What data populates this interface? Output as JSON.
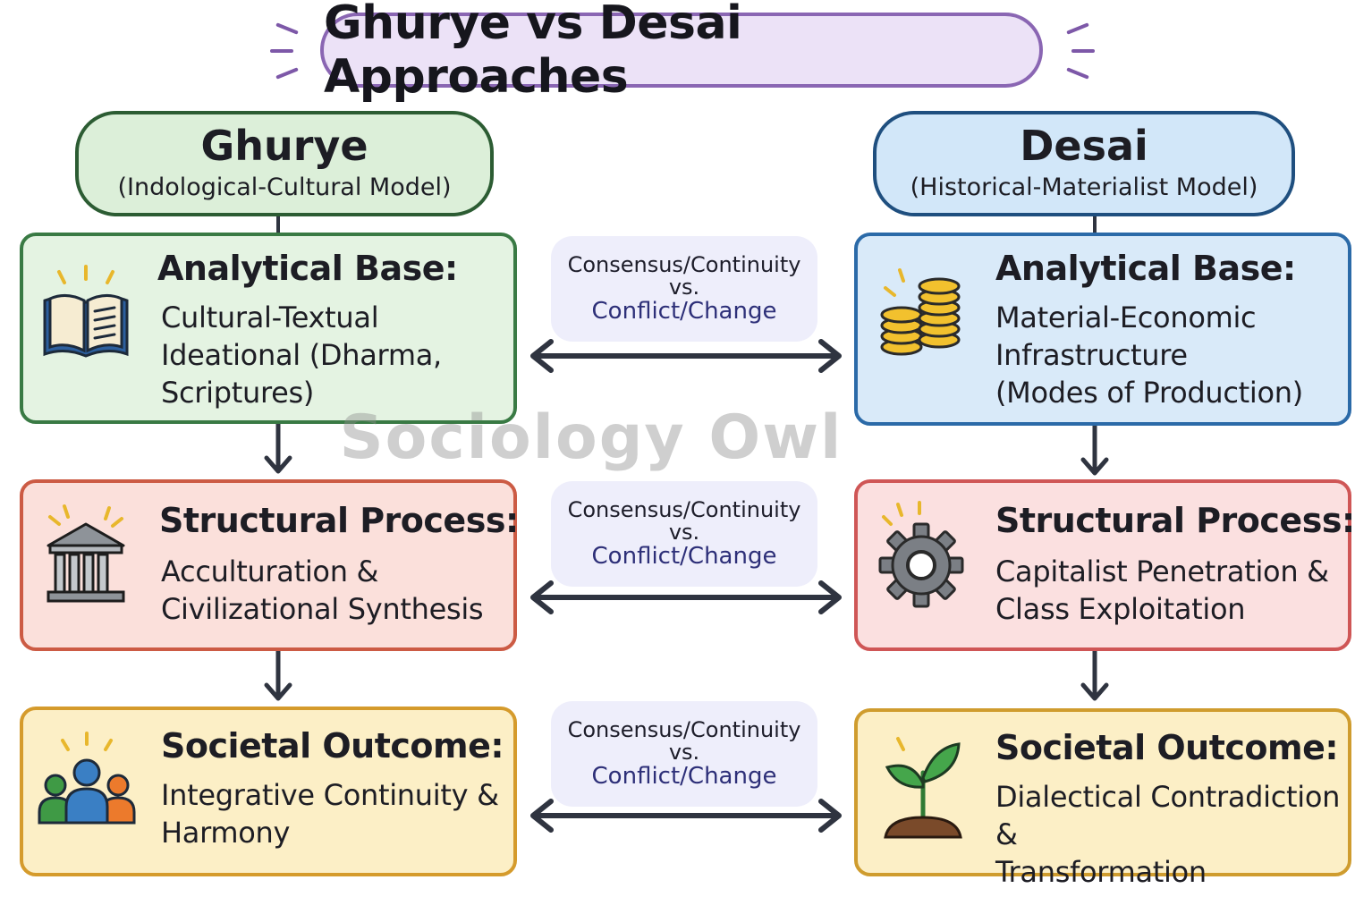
{
  "title": "Ghurye vs Desai Approaches",
  "ghurye": {
    "name": "Ghurye",
    "model": "(Indological-Cultural Model)",
    "analytical_base": {
      "heading": "Analytical Base:",
      "text": "Cultural-Textual\nIdeational (Dharma,\nScriptures)"
    },
    "structural_process": {
      "heading": "Structural Process:",
      "text": "Acculturation &\nCivilizational Synthesis"
    },
    "societal_outcome": {
      "heading": "Societal Outcome:",
      "text": "Integrative Continuity &\nHarmony"
    }
  },
  "desai": {
    "name": "Desai",
    "model": "(Historical-Materialist Model)",
    "analytical_base": {
      "heading": "Analytical Base:",
      "text": "Material-Economic\nInfrastructure\n(Modes of Production)"
    },
    "structural_process": {
      "heading": "Structural Process:",
      "text": "Capitalist Penetration &\nClass Exploitation"
    },
    "societal_outcome": {
      "heading": "Societal Outcome:",
      "text": "Dialectical Contradiction &\nTransformation"
    }
  },
  "comparisons": [
    {
      "line1": "Consensus/Continuity",
      "line2": "vs.",
      "line3": "Conflict/Change"
    },
    {
      "line1": "Consensus/Continuity",
      "line2": "vs.",
      "line3": "Conflict/Change"
    },
    {
      "line1": "Consensus/Continuity",
      "line2": "vs.",
      "line3": "Conflict/Change"
    }
  ],
  "watermark": "Sociology Owl",
  "icons": {
    "ghurye": [
      "open-book-icon",
      "temple-columns-icon",
      "people-group-icon"
    ],
    "desai": [
      "coin-stacks-icon",
      "gear-icon",
      "sprouting-plant-icon"
    ]
  }
}
